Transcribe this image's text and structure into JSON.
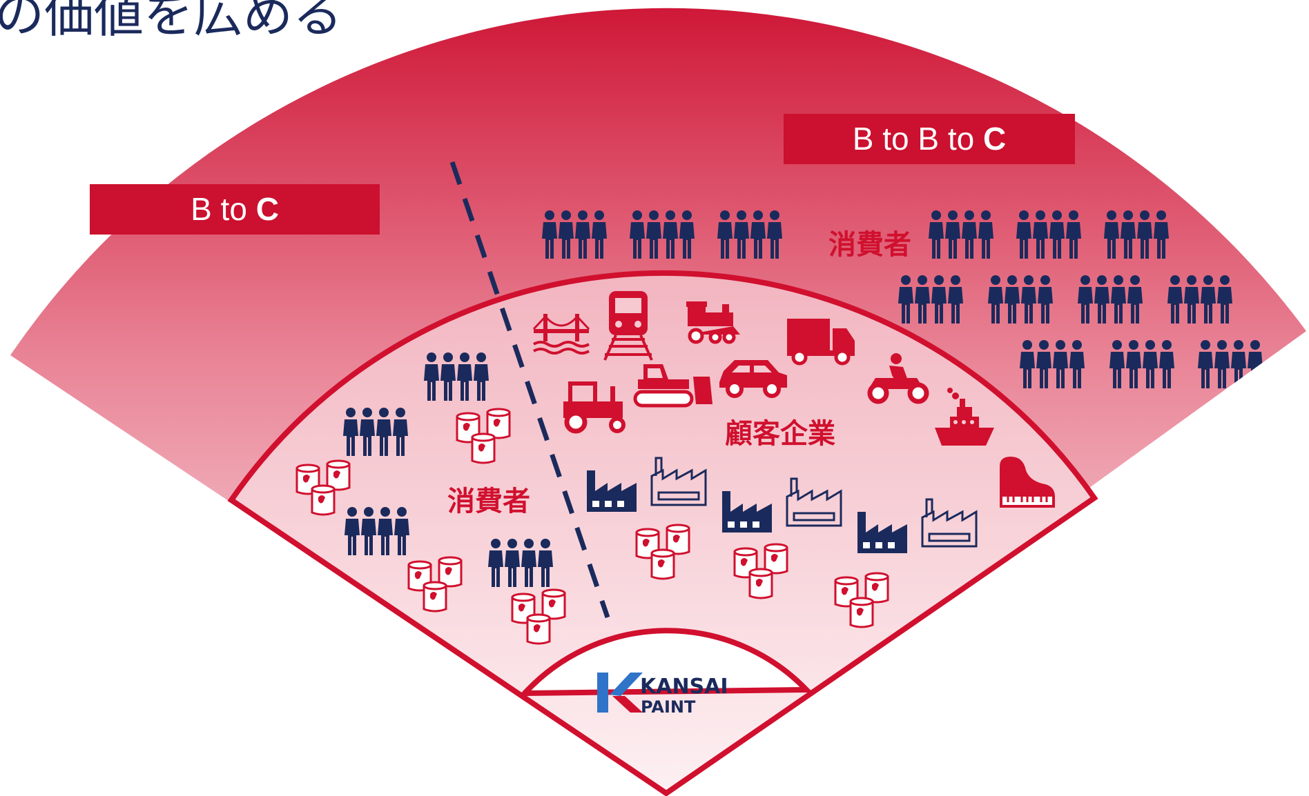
{
  "heading": {
    "text": "の価値を広める"
  },
  "labels": {
    "b2c": {
      "prefix": "B to ",
      "strong": "C"
    },
    "b2b2c": {
      "prefix": "B to B to ",
      "strong": "C"
    },
    "consumer_outer": "消費者",
    "consumer_inner": "消費者",
    "customer_companies": "顧客企業"
  },
  "logo": {
    "name": "KANSAI",
    "sub": "PAINT"
  },
  "icons": {
    "customer_industries": [
      "bridge-icon",
      "train-icon",
      "locomotive-icon",
      "truck-icon",
      "car-icon",
      "bulldozer-icon",
      "tractor-icon",
      "motorcycle-icon",
      "ship-icon",
      "piano-icon"
    ],
    "factories": [
      "factory-icon",
      "factory-outline-icon"
    ],
    "people": "people-group-icon",
    "paint": "paint-can-icon"
  },
  "colors": {
    "accent": "#d0102e",
    "navy": "#1b2a5c",
    "fan_top": "#cf1838",
    "fan_bottom": "#fbe6ea"
  }
}
